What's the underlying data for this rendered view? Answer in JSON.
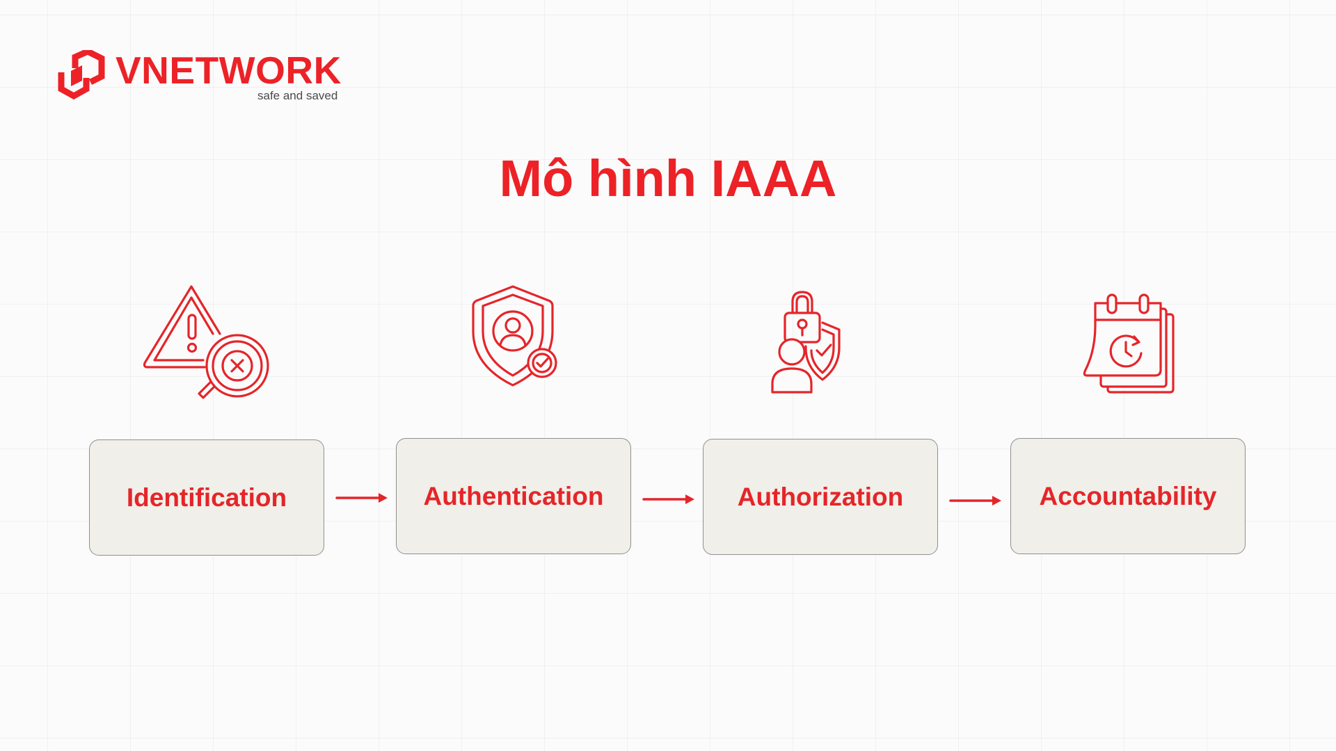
{
  "brand": {
    "name": "VNETWORK",
    "tagline": "safe and saved",
    "color": "#ec2227"
  },
  "title": "Mô hình IAAA",
  "steps": [
    {
      "label": "Identification",
      "icon": "warning-search-icon"
    },
    {
      "label": "Authentication",
      "icon": "shield-user-check-icon"
    },
    {
      "label": "Authorization",
      "icon": "user-lock-shield-icon"
    },
    {
      "label": "Accountability",
      "icon": "calendar-clock-icon"
    }
  ],
  "colors": {
    "accent": "#ec2227",
    "box_fill": "#f0efe9",
    "box_border": "#8f8f8f",
    "background": "#fbfbfc"
  }
}
